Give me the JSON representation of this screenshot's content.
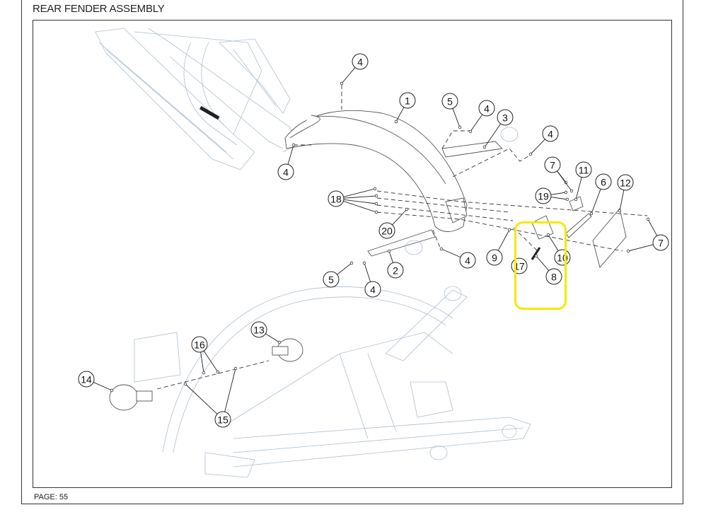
{
  "document": {
    "title": "REAR FENDER ASSEMBLY",
    "page_label": "PAGE: 55"
  },
  "highlight": {
    "color": "#f2ea00",
    "region_parts": [
      "17",
      "8",
      "10"
    ]
  },
  "callouts": [
    {
      "id": "c4a",
      "label": "4"
    },
    {
      "id": "c1",
      "label": "1"
    },
    {
      "id": "c5a",
      "label": "5"
    },
    {
      "id": "c4b",
      "label": "4"
    },
    {
      "id": "c3",
      "label": "3"
    },
    {
      "id": "c4c",
      "label": "4"
    },
    {
      "id": "c4d",
      "label": "4"
    },
    {
      "id": "c7a",
      "label": "7"
    },
    {
      "id": "c11",
      "label": "11"
    },
    {
      "id": "c6",
      "label": "6"
    },
    {
      "id": "c12",
      "label": "12"
    },
    {
      "id": "c19",
      "label": "19"
    },
    {
      "id": "c18",
      "label": "18"
    },
    {
      "id": "c20",
      "label": "20"
    },
    {
      "id": "c7b",
      "label": "7"
    },
    {
      "id": "c9",
      "label": "9"
    },
    {
      "id": "c10",
      "label": "10"
    },
    {
      "id": "c17",
      "label": "17"
    },
    {
      "id": "c8",
      "label": "8"
    },
    {
      "id": "c4e",
      "label": "4"
    },
    {
      "id": "c5b",
      "label": "5"
    },
    {
      "id": "c2",
      "label": "2"
    },
    {
      "id": "c4f",
      "label": "4"
    },
    {
      "id": "c13",
      "label": "13"
    },
    {
      "id": "c16",
      "label": "16"
    },
    {
      "id": "c14",
      "label": "14"
    },
    {
      "id": "c15",
      "label": "15"
    }
  ],
  "colors": {
    "line": "#333333",
    "faint_line": "#aebfcf",
    "highlight": "#f2ea00"
  }
}
